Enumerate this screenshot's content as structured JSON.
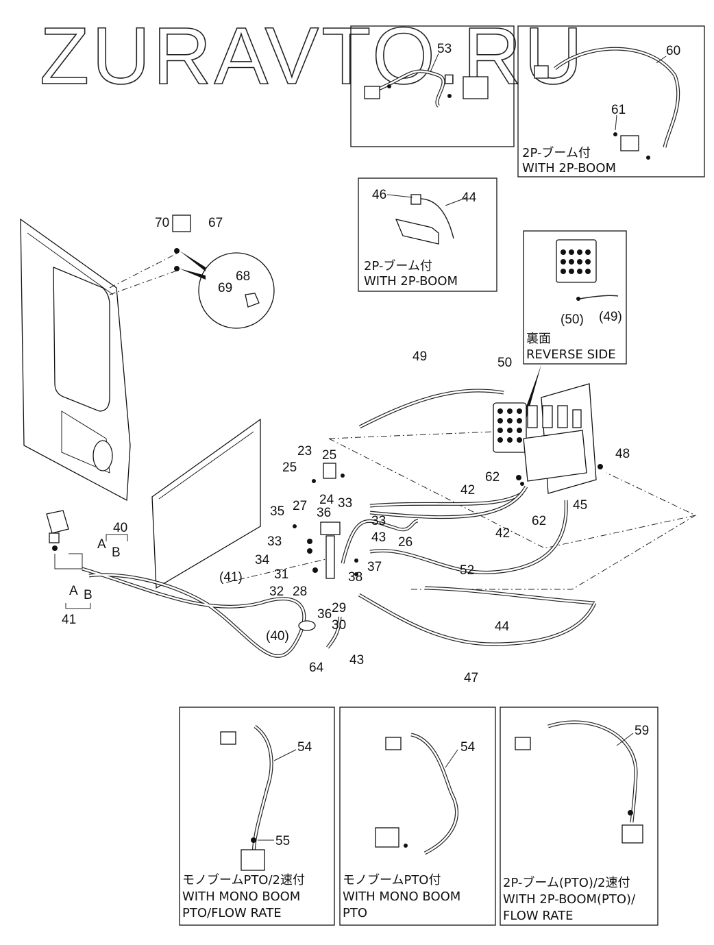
{
  "watermark": "ZURAVTO.RU",
  "insets": {
    "top_left": {
      "part_labels": [
        "53"
      ]
    },
    "top_right": {
      "part_labels": [
        "60",
        "61"
      ],
      "caption_jp": "2P-ブーム付",
      "caption_en": "WITH 2P-BOOM"
    },
    "middle": {
      "part_labels": [
        "46",
        "44"
      ],
      "caption_jp": "2P-ブーム付",
      "caption_en": "WITH 2P-BOOM"
    },
    "reverse": {
      "part_labels": [
        "(50)",
        "(49)"
      ],
      "caption_jp": "裏面",
      "caption_en": "REVERSE SIDE"
    },
    "bottom_1": {
      "part_labels": [
        "54",
        "55"
      ],
      "caption_jp": "モノブームPTO/2速付",
      "caption_en_1": "WITH MONO BOOM",
      "caption_en_2": "PTO/FLOW RATE"
    },
    "bottom_2": {
      "part_labels": [
        "54"
      ],
      "caption_jp": "モノブームPTO付",
      "caption_en_1": "WITH MONO BOOM",
      "caption_en_2": "PTO"
    },
    "bottom_3": {
      "part_labels": [
        "59"
      ],
      "caption_jp": "2P-ブーム(PTO)/2速付",
      "caption_en_1": "WITH 2P-BOOM(PTO)/",
      "caption_en_2": "FLOW RATE"
    }
  },
  "callouts": {
    "c70": "70",
    "c67": "67",
    "c68": "68",
    "c69": "69",
    "c49": "49",
    "c50": "50",
    "c48": "48",
    "c23": "23",
    "c25a": "25",
    "c25b": "25",
    "c24": "24",
    "c33a": "33",
    "c33b": "33",
    "c33c": "33",
    "c27": "27",
    "c36a": "36",
    "c36b": "36",
    "c35": "35",
    "c34": "34",
    "c31": "31",
    "c32": "32",
    "c28": "28",
    "c29": "29",
    "c30": "30",
    "c38": "38",
    "c37": "37",
    "c26": "26",
    "c43a": "43",
    "c43b": "43",
    "c42a": "42",
    "c42b": "42",
    "c62a": "62",
    "c62b": "62",
    "c45": "45",
    "c52": "52",
    "c44": "44",
    "c47": "47",
    "c40": "40",
    "c41": "41",
    "c41p": "(41)",
    "c40p": "(40)",
    "c64": "64",
    "cA1": "A",
    "cB1": "B",
    "cA2": "A",
    "cB2": "B"
  }
}
